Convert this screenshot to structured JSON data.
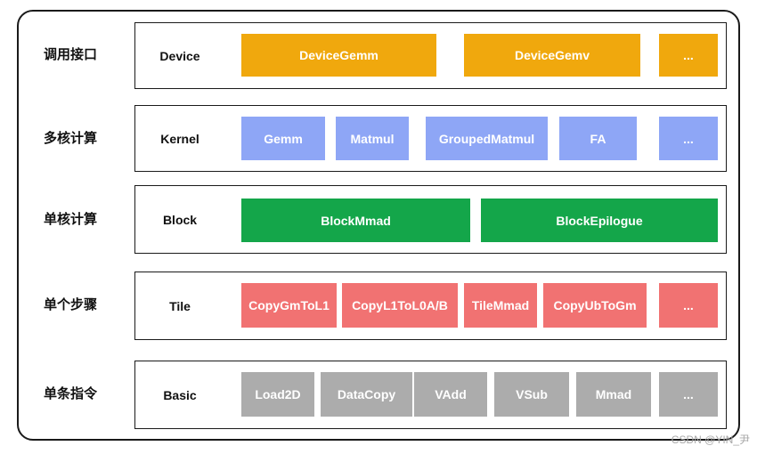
{
  "layers": [
    {
      "label": "调用接口",
      "level": "Device",
      "blocks": [
        "DeviceGemm",
        "DeviceGemv",
        "..."
      ],
      "color": "#f0a80d"
    },
    {
      "label": "多核计算",
      "level": "Kernel",
      "blocks": [
        "Gemm",
        "Matmul",
        "GroupedMatmul",
        "FA",
        "..."
      ],
      "color": "#8ea6f6"
    },
    {
      "label": "单核计算",
      "level": "Block",
      "blocks": [
        "BlockMmad",
        "BlockEpilogue"
      ],
      "color": "#14a64a"
    },
    {
      "label": "单个步骤",
      "level": "Tile",
      "blocks": [
        "CopyGmToL1",
        "CopyL1ToL0A/B",
        "TileMmad",
        "CopyUbToGm",
        "..."
      ],
      "color": "#f17272"
    },
    {
      "label": "单条指令",
      "level": "Basic",
      "blocks": [
        "Load2D",
        "DataCopy",
        "VAdd",
        "VSub",
        "Mmad",
        "..."
      ],
      "color": "#acacac"
    }
  ],
  "watermark": "CSDN @YIN_尹"
}
